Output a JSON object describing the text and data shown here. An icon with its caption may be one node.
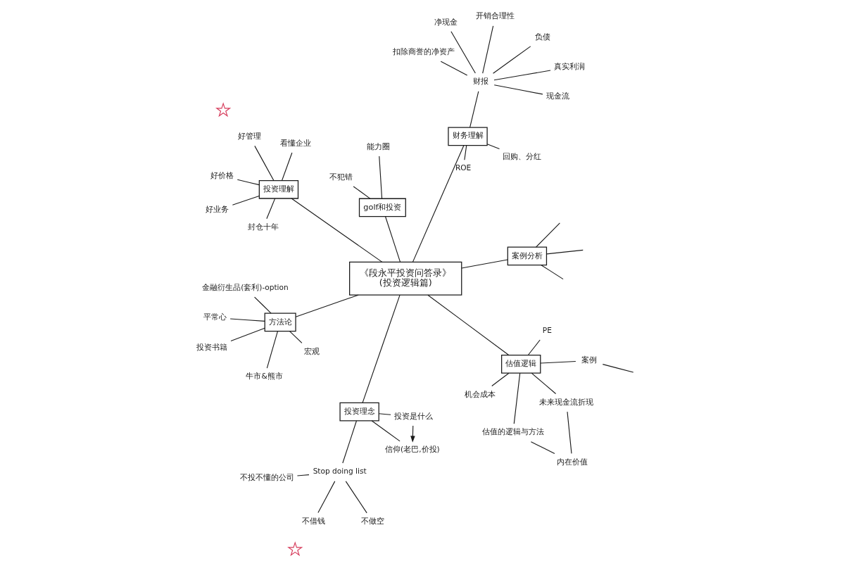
{
  "diagram": {
    "nodes": [
      {
        "text": [
          "《段永平投资问答录》",
          "(投资逻辑篇)"
        ]
      },
      {
        "text": [
          "方法论"
        ]
      },
      {
        "text": [
          "牛市&熊市"
        ]
      },
      {
        "text": [
          "金融衍生品(套利)-option"
        ]
      },
      {
        "text": [
          "宏观"
        ]
      },
      {
        "text": [
          "平常心"
        ]
      },
      {
        "text": [
          "投资书籍"
        ]
      },
      {
        "text": [
          "案例分析"
        ]
      },
      {
        "text": [
          "内在价值"
        ]
      },
      {
        "text": [
          "估值的逻辑与方法"
        ]
      },
      {
        "text": [
          "机会成本"
        ]
      },
      {
        "text": [
          "估值逻辑"
        ]
      },
      {
        "text": [
          "未来现金流折现"
        ]
      },
      {
        "text": [
          "案例"
        ]
      },
      {
        "text": [
          "PE"
        ]
      },
      {
        "text": [
          "ROE"
        ]
      },
      {
        "text": [
          "回购、分红"
        ]
      },
      {
        "text": [
          "财务理解"
        ]
      },
      {
        "text": [
          "golf和投资"
        ]
      },
      {
        "text": [
          "扣除商誉的净资产"
        ]
      },
      {
        "text": [
          "真实利润"
        ]
      },
      {
        "text": [
          "财报"
        ]
      },
      {
        "text": [
          "开销合理性"
        ]
      },
      {
        "text": [
          "负债"
        ]
      },
      {
        "text": [
          "净现金"
        ]
      },
      {
        "text": [
          "现金流"
        ]
      },
      {
        "text": [
          "能力圈"
        ]
      },
      {
        "text": [
          "不犯错"
        ]
      },
      {
        "text": [
          "投资理念"
        ]
      },
      {
        "text": [
          "信仰(老巴,价投)"
        ]
      },
      {
        "text": [
          "投资是什么"
        ]
      },
      {
        "text": [
          "Stop doing list"
        ]
      },
      {
        "text": [
          "不做空"
        ]
      },
      {
        "text": [
          "不借钱"
        ]
      },
      {
        "text": [
          "不投不懂的公司"
        ]
      },
      {
        "text": [],
        "shape": "star"
      },
      {
        "text": [
          "投资理解"
        ]
      },
      {
        "text": [
          "看懂企业"
        ]
      },
      {
        "text": [
          "封仓十年"
        ]
      },
      {
        "text": [
          "好业务"
        ]
      },
      {
        "text": [
          "好管理"
        ]
      },
      {
        "text": [
          "好价格"
        ]
      },
      {
        "text": [],
        "shape": "star"
      }
    ],
    "edges": [
      {
        "from": 0,
        "to": 1,
        "arrow": "none"
      },
      {
        "from": 1,
        "to": 2,
        "arrow": "none"
      },
      {
        "from": 1,
        "to": 3,
        "arrow": "none"
      },
      {
        "from": 1,
        "to": 4,
        "arrow": "none"
      },
      {
        "from": 1,
        "to": 5,
        "arrow": "none"
      },
      {
        "from": 1,
        "to": 6,
        "arrow": "none"
      },
      {
        "from": 0,
        "to": 7,
        "arrow": "none"
      },
      {
        "from": 7,
        "to": null,
        "arrow": "none"
      },
      {
        "from": 7,
        "to": null,
        "arrow": "none"
      },
      {
        "from": 7,
        "to": null,
        "arrow": "none"
      },
      {
        "from": 0,
        "to": 11,
        "arrow": "none"
      },
      {
        "from": 11,
        "to": 9,
        "arrow": "none"
      },
      {
        "from": 11,
        "to": 10,
        "arrow": "none"
      },
      {
        "from": 11,
        "to": 12,
        "arrow": "none"
      },
      {
        "from": 11,
        "to": 13,
        "arrow": "none"
      },
      {
        "from": 11,
        "to": 14,
        "arrow": "none"
      },
      {
        "from": 8,
        "to": 9,
        "arrow": "none"
      },
      {
        "from": 8,
        "to": 12,
        "arrow": "none"
      },
      {
        "from": 13,
        "to": null,
        "arrow": "none"
      },
      {
        "from": 0,
        "to": 17,
        "arrow": "none"
      },
      {
        "from": 17,
        "to": 15,
        "arrow": "none"
      },
      {
        "from": 17,
        "to": 16,
        "arrow": "none"
      },
      {
        "from": 17,
        "to": 21,
        "arrow": "none"
      },
      {
        "from": 21,
        "to": 19,
        "arrow": "none"
      },
      {
        "from": 21,
        "to": 20,
        "arrow": "none"
      },
      {
        "from": 21,
        "to": 22,
        "arrow": "none"
      },
      {
        "from": 21,
        "to": 23,
        "arrow": "none"
      },
      {
        "from": 21,
        "to": 24,
        "arrow": "none"
      },
      {
        "from": 21,
        "to": 25,
        "arrow": "none"
      },
      {
        "from": 0,
        "to": 18,
        "arrow": "none"
      },
      {
        "from": 18,
        "to": 26,
        "arrow": "none"
      },
      {
        "from": 18,
        "to": 27,
        "arrow": "none"
      },
      {
        "from": 0,
        "to": 28,
        "arrow": "none"
      },
      {
        "from": 28,
        "to": 29,
        "arrow": "none"
      },
      {
        "from": 28,
        "to": 30,
        "arrow": "none"
      },
      {
        "from": 28,
        "to": 31,
        "arrow": "none"
      },
      {
        "from": 30,
        "to": 29,
        "arrow": "to"
      },
      {
        "from": 31,
        "to": 32,
        "arrow": "none"
      },
      {
        "from": 31,
        "to": 33,
        "arrow": "none"
      },
      {
        "from": 31,
        "to": 34,
        "arrow": "none"
      },
      {
        "from": 0,
        "to": 36,
        "arrow": "none"
      },
      {
        "from": 36,
        "to": 37,
        "arrow": "none"
      },
      {
        "from": 36,
        "to": 38,
        "arrow": "none"
      },
      {
        "from": 36,
        "to": 39,
        "arrow": "none"
      },
      {
        "from": 36,
        "to": 40,
        "arrow": "none"
      },
      {
        "from": 36,
        "to": 41,
        "arrow": "none"
      }
    ]
  }
}
